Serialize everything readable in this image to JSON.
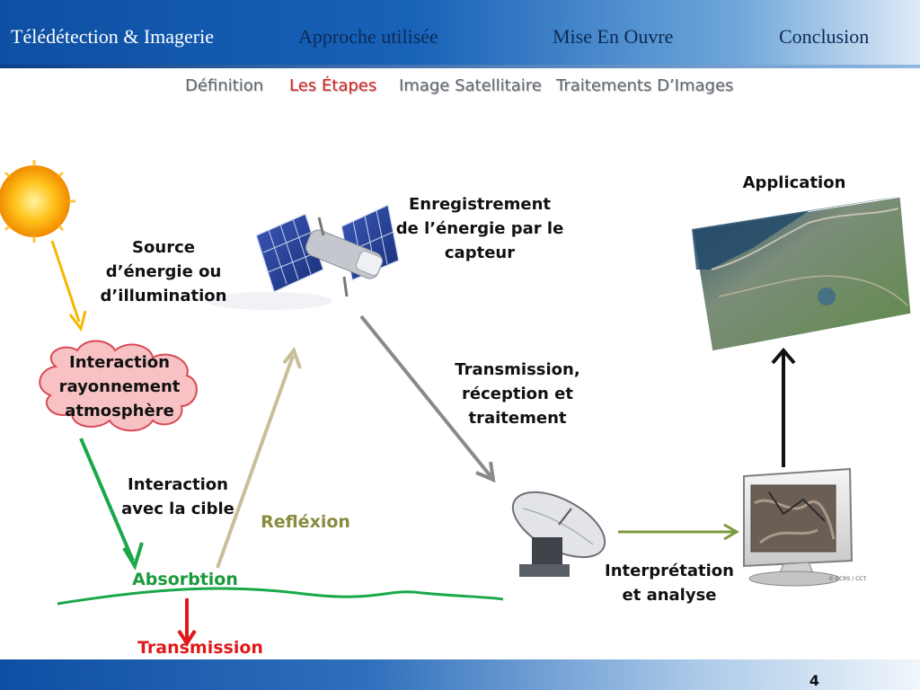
{
  "header": {
    "tabs": [
      {
        "label": "Télédétection & Imagerie"
      },
      {
        "label": "Approche utilisée"
      },
      {
        "label": "Mise En Ouvre"
      },
      {
        "label": "Conclusion"
      }
    ]
  },
  "subnav": {
    "items": [
      {
        "label": "Définition"
      },
      {
        "label": "Les Étapes",
        "active": true
      },
      {
        "label": "Image Satellitaire"
      },
      {
        "label": "Traitements D’Images"
      }
    ]
  },
  "diagram": {
    "source": [
      "Source",
      "d’énergie ou",
      "d’illumination"
    ],
    "interaction_atm": [
      "Interaction",
      "rayonnement",
      "atmosphère"
    ],
    "interaction_cible": [
      "Interaction",
      "avec la cible"
    ],
    "reflexion": "Refléxion",
    "absorbtion": "Absorbtion",
    "transmission_ground": "Transmission",
    "enregistrement": [
      "Enregistrement",
      "de l’énergie par le",
      "capteur"
    ],
    "transmission_reception": [
      "Transmission,",
      "réception et",
      "traitement"
    ],
    "interpretation": [
      "Interprétation",
      "et analyse"
    ],
    "application": "Application",
    "monitor_credit": "© CCRS / CCT"
  },
  "colors": {
    "header_blue": "#0d4fa3",
    "active_red": "#d32020",
    "arrow_yellow": "#f5b800",
    "arrow_green": "#1aa84a",
    "arrow_tan": "#c8bf98",
    "arrow_gray": "#8a8a8a",
    "arrow_olive": "#7a9a3a",
    "arrow_red": "#e01a1a"
  },
  "footer": {
    "page": "4"
  }
}
